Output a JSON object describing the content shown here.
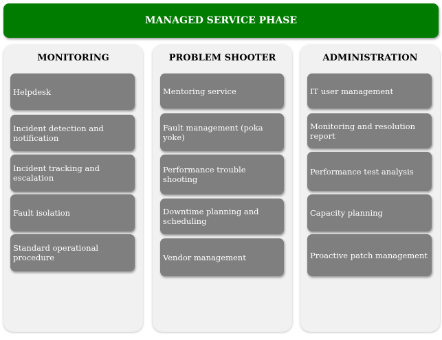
{
  "title": "MANAGED SERVICE PHASE",
  "columns": [
    {
      "title": "MONITORING",
      "items": [
        "Helpdesk",
        "Incident detection and notification",
        "Incident tracking and escalation",
        "Fault isolation",
        "Standard  operational procedure"
      ]
    },
    {
      "title": "PROBLEM SHOOTER",
      "items": [
        "Mentoring service",
        "Fault management  (poka yoke)",
        "Performance  trouble shooting",
        "Downtime planning and scheduling",
        "Vendor management"
      ]
    },
    {
      "title": "ADMINISTRATION",
      "items": [
        "IT user management",
        "Monitoring and resolution report",
        "Performance  test analysis",
        "Capacity planning",
        "Proactive patch management"
      ]
    }
  ],
  "colors": {
    "header": "#007c00",
    "box": "#7f7f7f",
    "panel": "#f1f1f1"
  }
}
